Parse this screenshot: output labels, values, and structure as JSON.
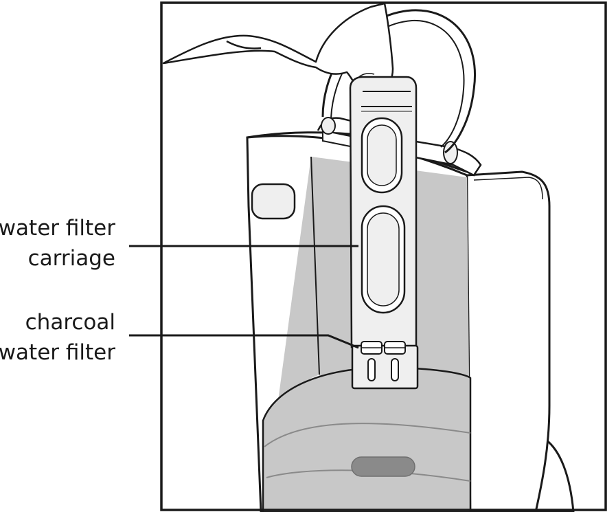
{
  "callouts": [
    {
      "id": "water-filter-carriage",
      "lines": [
        "water filter",
        "carriage"
      ]
    },
    {
      "id": "charcoal-water-filter",
      "lines": [
        "charcoal",
        "water filter"
      ]
    }
  ],
  "colors": {
    "outline": "#1a1a1a",
    "tank_fill": "#c8c8c8",
    "body_fill": "#ffffff",
    "light_gray": "#efefef",
    "dark_slot": "#8a8a8a"
  }
}
